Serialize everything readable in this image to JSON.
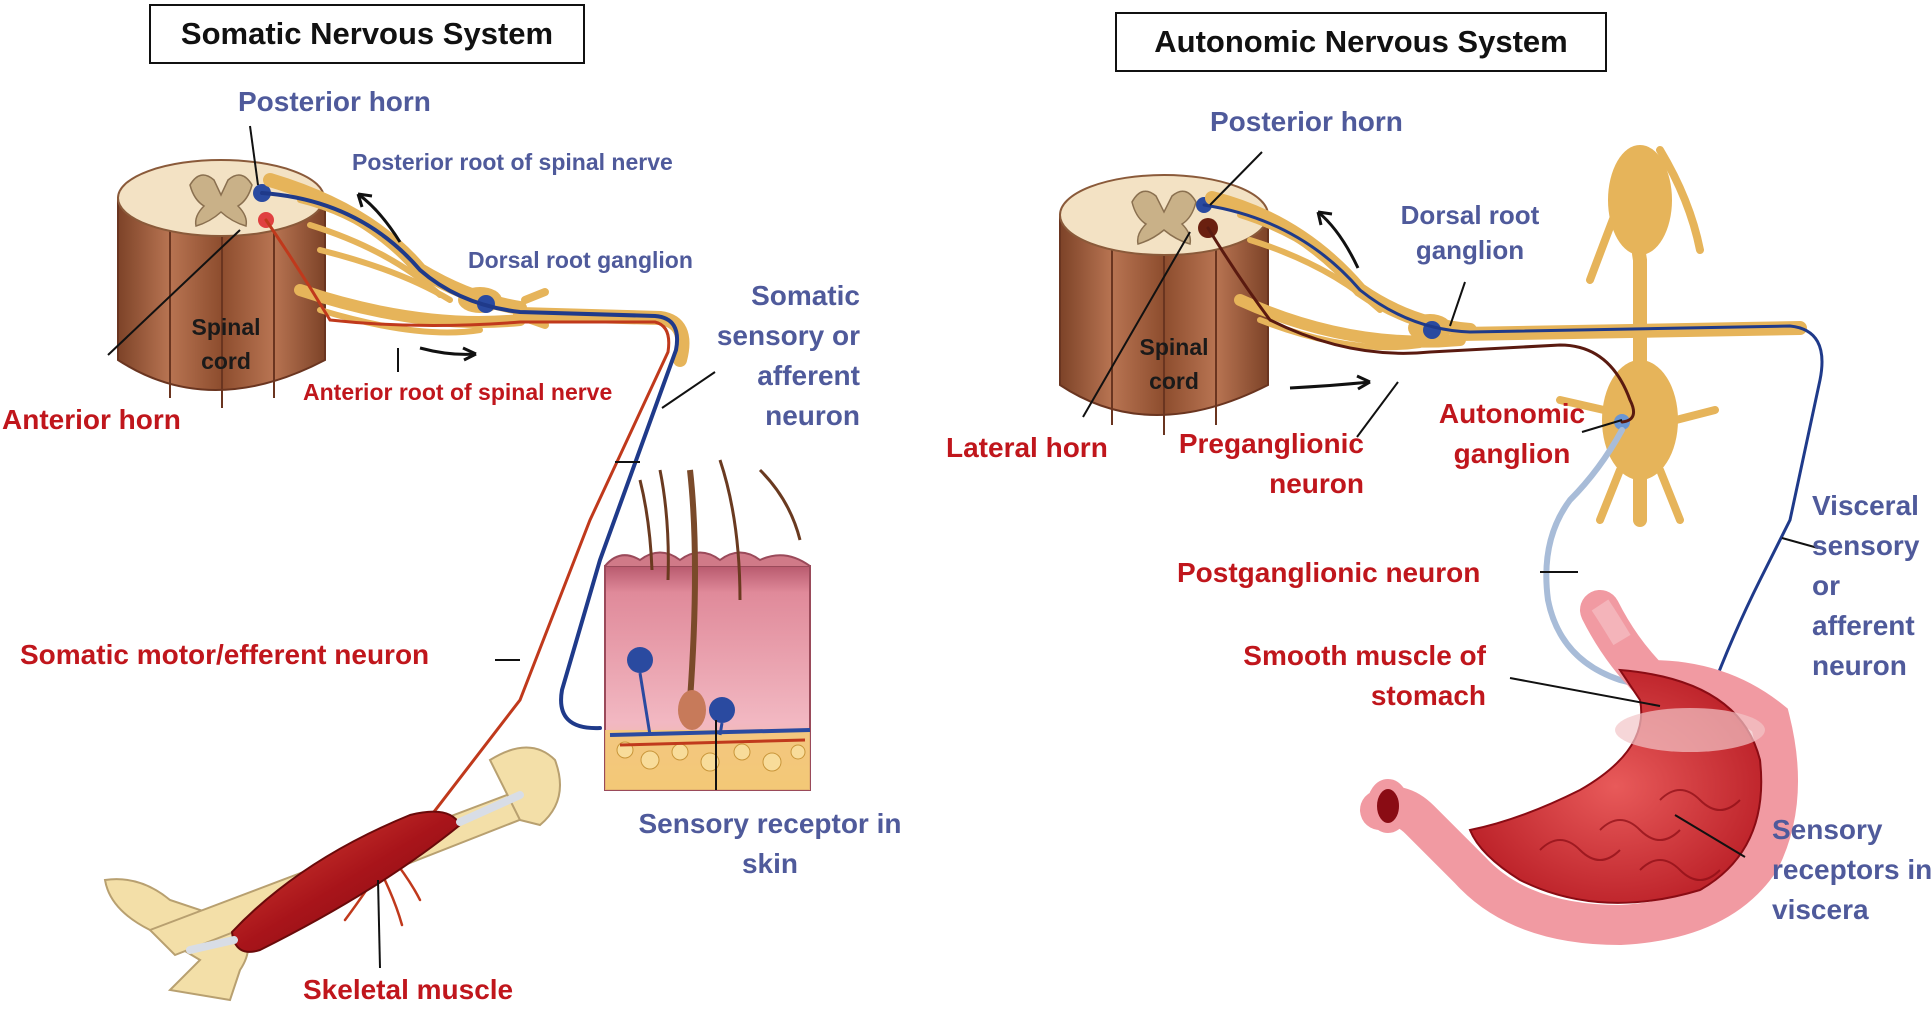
{
  "titles": {
    "somatic": "Somatic Nervous System",
    "autonomic": "Autonomic Nervous System"
  },
  "somatic": {
    "posterior_horn": "Posterior horn",
    "posterior_root": "Posterior root of spinal nerve",
    "dorsal_root_ganglion": "Dorsal root ganglion",
    "spinal_cord": [
      "Spinal",
      "cord"
    ],
    "anterior_root": "Anterior root of spinal nerve",
    "anterior_horn": "Anterior horn",
    "sensory_neuron": [
      "Somatic",
      "sensory or",
      "afferent",
      "neuron"
    ],
    "motor_neuron": "Somatic motor/efferent neuron",
    "sensory_receptor": [
      "Sensory receptor in",
      "skin"
    ],
    "skeletal_muscle": "Skeletal muscle"
  },
  "autonomic": {
    "posterior_horn": "Posterior horn",
    "dorsal_root_ganglion": [
      "Dorsal root",
      "ganglion"
    ],
    "spinal_cord": [
      "Spinal",
      "cord"
    ],
    "lateral_horn": "Lateral horn",
    "preganglionic": [
      "Preganglionic",
      "neuron"
    ],
    "autonomic_ganglion": [
      "Autonomic",
      "ganglion"
    ],
    "postganglionic": "Postganglionic  neuron",
    "visceral_neuron": [
      "Visceral",
      "sensory",
      "or",
      "afferent",
      "neuron"
    ],
    "smooth_muscle": [
      "Smooth muscle  of",
      "stomach"
    ],
    "sensory_receptors": [
      "Sensory",
      "receptors in",
      "viscera"
    ]
  },
  "colors": {
    "sensory_label": "#4f5a9b",
    "motor_label": "#c0161c",
    "sensory_nerve": "#1f3a8a",
    "motor_nerve": "#c0391c",
    "cord": "#9a5a3c",
    "nerve": "#e6b45a"
  }
}
